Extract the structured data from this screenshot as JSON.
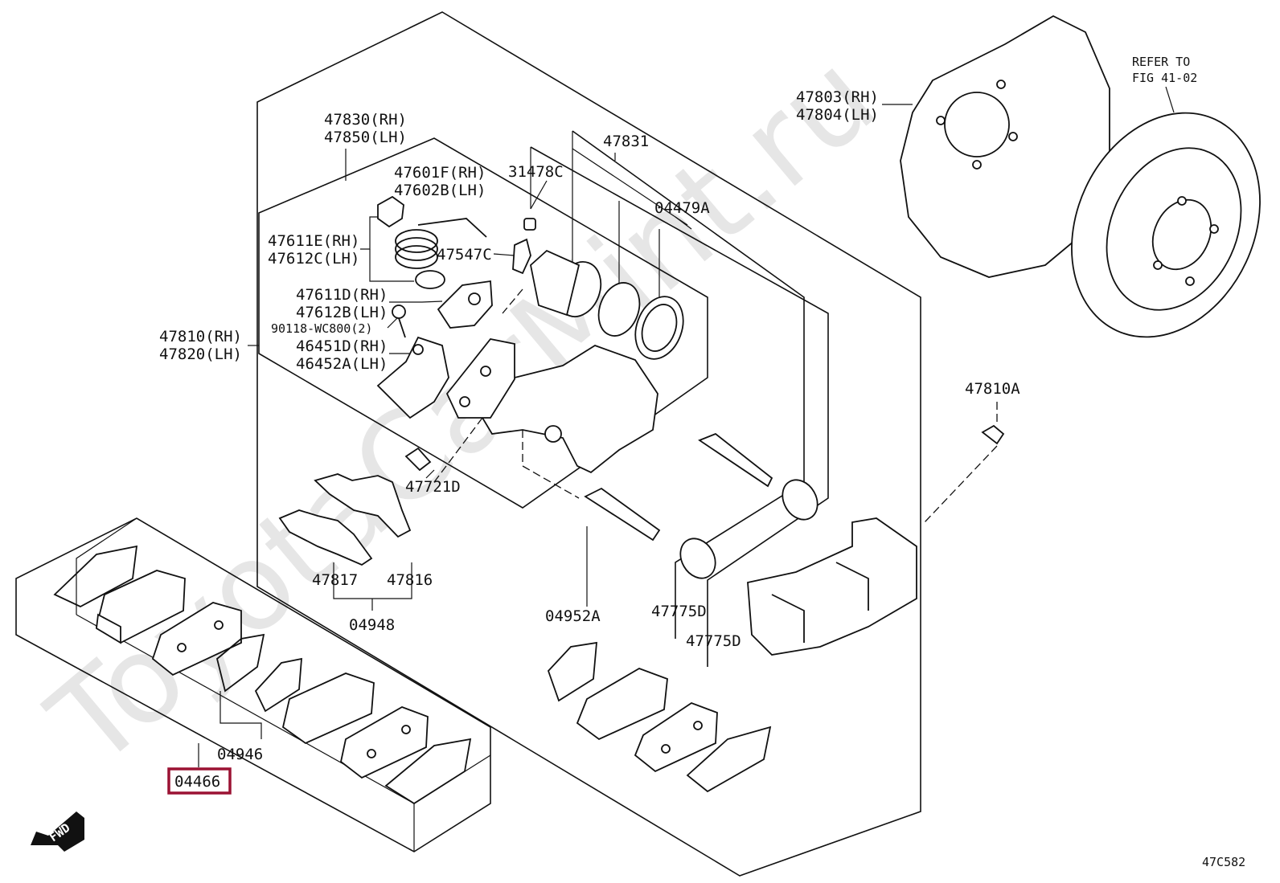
{
  "watermark": "ToyotaCarMint.ru",
  "diagram_code": "47C582",
  "fwd_label": "FWD",
  "highlighted_part": "04466",
  "labels": {
    "p47830": "47830(RH)",
    "p47850": "47850(LH)",
    "p47831": "47831",
    "p31478C": "31478C",
    "p47601F": "47601F(RH)",
    "p47602B": "47602B(LH)",
    "p04479A": "04479A",
    "p47611E": "47611E(RH)",
    "p47612C": "47612C(LH)",
    "p47547C": "47547C",
    "p47611D": "47611D(RH)",
    "p47612B": "47612B(LH)",
    "p90118": "90118-WC800(2)",
    "p46451D": "46451D(RH)",
    "p46452A": "46452A(LH)",
    "p47810": "47810(RH)",
    "p47820": "47820(LH)",
    "p47721D": "47721D",
    "p47817": "47817",
    "p47816": "47816",
    "p04948": "04948",
    "p04952A": "04952A",
    "p47775D_a": "47775D",
    "p47775D_b": "47775D",
    "p47803": "47803(RH)",
    "p47804": "47804(LH)",
    "refer_1": "REFER TO",
    "refer_2": "FIG 41-02",
    "p47810A": "47810A",
    "p04946": "04946",
    "p04466": "04466"
  }
}
